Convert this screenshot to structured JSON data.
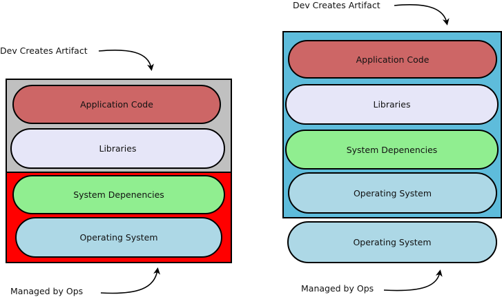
{
  "colors": {
    "app_code": "#cd6666",
    "libraries": "#e6e6f8",
    "system_deps": "#90ee90",
    "operating_system": "#add8e6",
    "left_dev_box": "#c0c0c0",
    "left_ops_box": "#ff0000",
    "right_container": "#5ebcdb"
  },
  "left": {
    "dev_label": "Dev Creates Artifact",
    "ops_label": "Managed by Ops",
    "layers": {
      "app_code": "Application Code",
      "libraries": "Libraries",
      "system_deps": "System Depenencies",
      "operating_system": "Operating System"
    }
  },
  "right": {
    "dev_label": "Dev Creates Artifact",
    "ops_label": "Managed by Ops",
    "layers": {
      "app_code": "Application Code",
      "libraries": "Libraries",
      "system_deps": "System Depenencies",
      "operating_system": "Operating System"
    },
    "host_os": "Operating System"
  }
}
